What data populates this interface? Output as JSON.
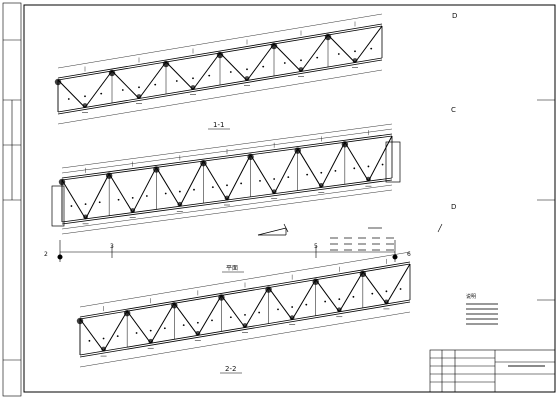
{
  "sheet": {
    "border_color": "#000000",
    "background": "#ffffff"
  },
  "labels": {
    "section_1": "1-1",
    "section_2": "2-2",
    "plan_label": "平面",
    "grid_C": "C",
    "grid_D_top": "D",
    "grid_D_mid": "D",
    "axis_2": "2",
    "axis_3": "3",
    "axis_5": "5",
    "axis_6": "6",
    "notes_heading": "说明"
  }
}
